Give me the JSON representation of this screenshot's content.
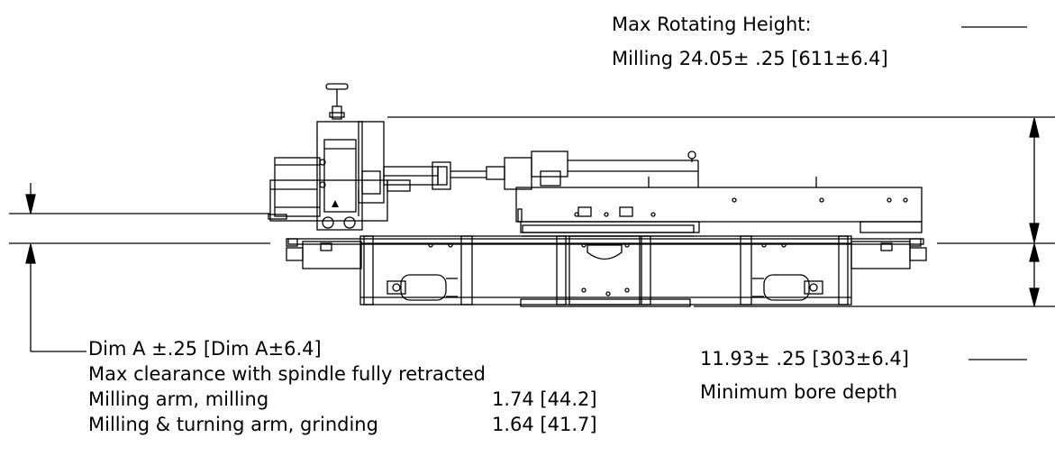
{
  "top_annotation": {
    "line1": "Max Rotating Height:",
    "line2": "Milling 24.05± .25 [611±6.4]"
  },
  "left_annotation": {
    "line1": "Dim A ±.25 [Dim A±6.4]",
    "line2": "Max clearance with spindle fully retracted",
    "rows": [
      {
        "label": "Milling arm, milling",
        "value": "1.74 [44.2]"
      },
      {
        "label": "Milling & turning arm, grinding",
        "value": "1.64 [41.7]"
      }
    ]
  },
  "right_annotation": {
    "line1": "11.93± .25 [303±6.4]",
    "line2": "Minimum bore depth"
  }
}
